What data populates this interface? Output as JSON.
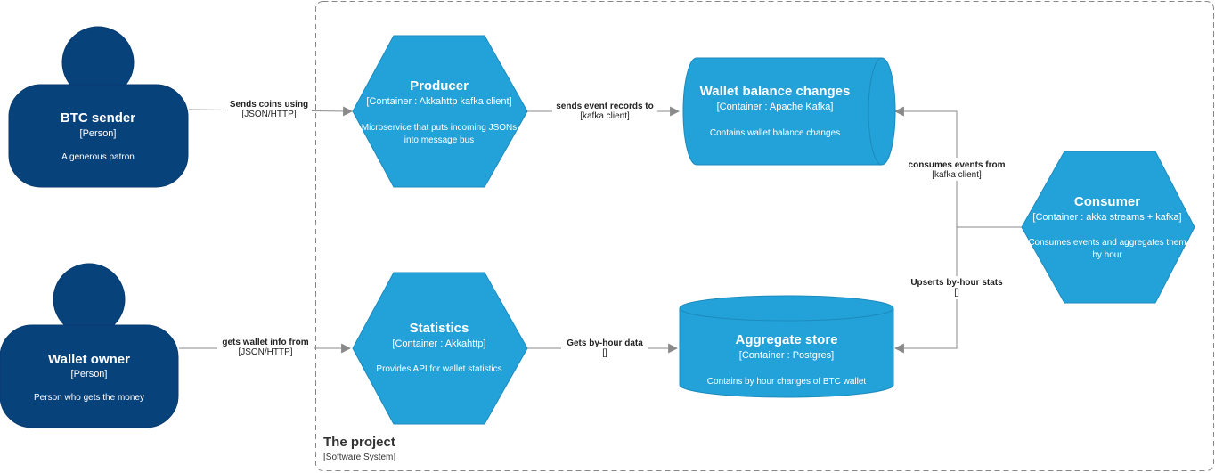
{
  "boundary": {
    "title": "The project",
    "technology": "[Software System]"
  },
  "nodes": {
    "btc_sender": {
      "title": "BTC sender",
      "technology": "[Person]",
      "description": "A generous patron"
    },
    "wallet_owner": {
      "title": "Wallet owner",
      "technology": "[Person]",
      "description": "Person who gets the money"
    },
    "producer": {
      "title": "Producer",
      "technology": "[Container : Akkahttp kafka client]",
      "description_line1": "Microservice that puts incoming JSONs",
      "description_line2": "into message bus"
    },
    "statistics": {
      "title": "Statistics",
      "technology": "[Container : Akkahttp]",
      "description": "Provides API for wallet statistics"
    },
    "wallet_balance_changes": {
      "title": "Wallet balance changes",
      "technology": "[Container : Apache Kafka]",
      "description": "Contains wallet balance changes"
    },
    "aggregate_store": {
      "title": "Aggregate store",
      "technology": "[Container : Postgres]",
      "description": "Contains by hour changes of BTC wallet"
    },
    "consumer": {
      "title": "Consumer",
      "technology": "[Container : akka streams + kafka]",
      "description_line1": "Consumes events and aggregates them",
      "description_line2": "by hour"
    }
  },
  "edges": {
    "sends_coins": {
      "label": "Sends coins using",
      "technology": "[JSON/HTTP]"
    },
    "gets_wallet_info": {
      "label": "gets wallet info from",
      "technology": "[JSON/HTTP]"
    },
    "sends_event_records": {
      "label": "sends event records to",
      "technology": "[kafka client]"
    },
    "gets_by_hour_data": {
      "label": "Gets by-hour data",
      "technology": "[]"
    },
    "consumes_events": {
      "label": "consumes events from",
      "technology": "[kafka client]"
    },
    "upserts_stats": {
      "label": "Upserts by-hour stats",
      "technology": "[]"
    }
  },
  "colors": {
    "person": "#08427b",
    "container": "#23a2d9",
    "edge": "#8a8a8a",
    "boundary": "#888888"
  }
}
